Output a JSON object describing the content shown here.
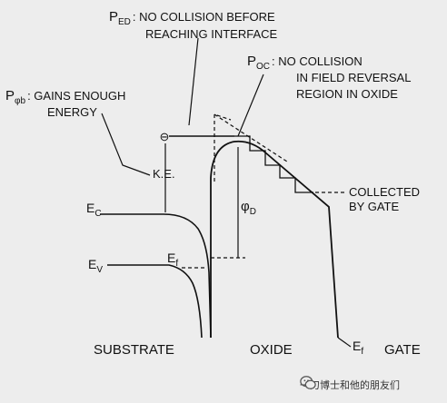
{
  "labels": {
    "ped_main": "P",
    "ped_sub": "ED",
    "ped_text_1": ": NO COLLISION BEFORE",
    "ped_text_2": "REACHING INTERFACE",
    "poc_main": "P",
    "poc_sub": "OC",
    "poc_text_1": ": NO COLLISION",
    "poc_text_2": "IN FIELD REVERSAL",
    "poc_text_3": "REGION IN OXIDE",
    "pphib_main": "P",
    "pphib_sub": "φb",
    "pphib_text_1": ": GAINS ENOUGH",
    "pphib_text_2": "ENERGY",
    "ke": "K.E.",
    "ec_main": "E",
    "ec_sub": "C",
    "ev_main": "E",
    "ev_sub": "V",
    "ef_left_main": "E",
    "ef_left_sub": "f",
    "phid_main": "φ",
    "phid_sub": "D",
    "collected_1": "COLLECTED",
    "collected_2": "BY GATE",
    "ef_gate_main": "E",
    "ef_gate_sub": "f",
    "electron": "⊖",
    "substrate": "SUBSTRATE",
    "oxide": "OXIDE",
    "gate": "GATE"
  },
  "watermark": {
    "text": "一刀博士和他的朋友们",
    "icon": "wechat-icon"
  }
}
